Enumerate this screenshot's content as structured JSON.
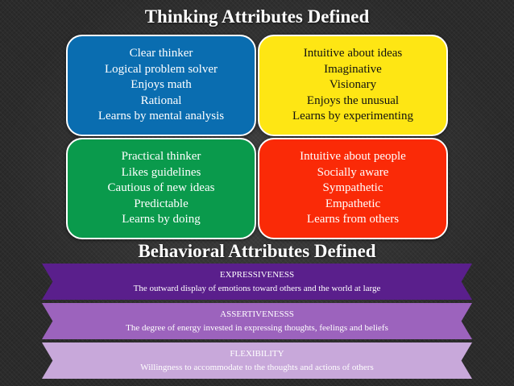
{
  "thinking": {
    "title": "Thinking Attributes Defined",
    "quadrants": [
      {
        "color": "#0a6db0",
        "lines": [
          "Clear thinker",
          "Logical problem solver",
          "Enjoys math",
          "Rational",
          "Learns by mental analysis"
        ]
      },
      {
        "color": "#fee614",
        "lines": [
          "Intuitive about ideas",
          "Imaginative",
          "Visionary",
          "Enjoys the unusual",
          "Learns by experimenting"
        ]
      },
      {
        "color": "#0a9a4c",
        "lines": [
          "Practical thinker",
          "Likes guidelines",
          "Cautious of new ideas",
          "Predictable",
          "Learns by doing"
        ]
      },
      {
        "color": "#fa2a07",
        "lines": [
          "Intuitive about people",
          "Socially aware",
          "Sympathetic",
          "Empathetic",
          "Learns from others"
        ]
      }
    ]
  },
  "behavioral": {
    "title": "Behavioral Attributes Defined",
    "bands": [
      {
        "color": "#5a1f8c",
        "title": "EXPRESSIVENESS",
        "description": "The outward display of emotions toward others and the world at large"
      },
      {
        "color": "#9c63bd",
        "title": "ASSERTIVENESSS",
        "description": "The degree of energy invested in expressing thoughts, feelings and beliefs"
      },
      {
        "color": "#c8a8da",
        "title": "FLEXIBILITY",
        "description": "Willingness to accommodate to the thoughts and actions of others"
      }
    ]
  }
}
